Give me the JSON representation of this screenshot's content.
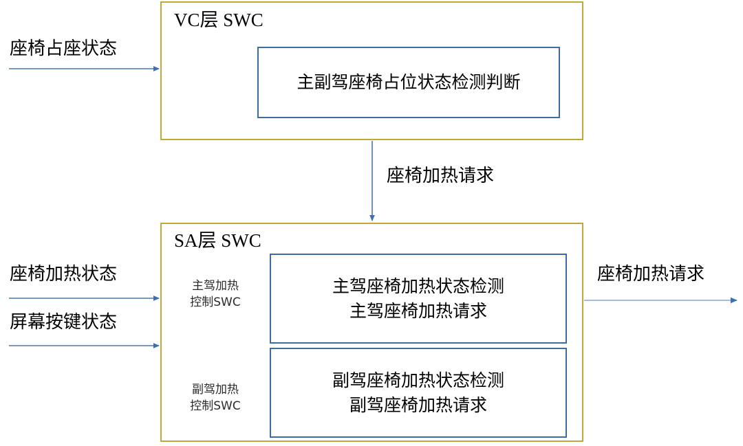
{
  "diagram": {
    "title_vc": "VC层 SWC",
    "title_sa": "SA层 SWC",
    "colors": {
      "layer_border": "#BFA83A",
      "function_border": "#3F6A9E",
      "arrow": "#4A77A8",
      "background": "#FFFFFF",
      "text": "#000000"
    },
    "layers": [
      {
        "id": "vc",
        "name": "VC层 SWC",
        "functions": [
          {
            "id": "vc-detect",
            "lines": [
              "主副驾座椅占位状态检测判断"
            ]
          }
        ]
      },
      {
        "id": "sa",
        "name": "SA层 SWC",
        "components": [
          {
            "id": "driver-heat-swc",
            "label_lines": [
              "主驾加热",
              "控制SWC"
            ],
            "function": {
              "id": "driver-heat",
              "lines": [
                "主驾座椅加热状态检测",
                "主驾座椅加热请求"
              ]
            }
          },
          {
            "id": "passenger-heat-swc",
            "label_lines": [
              "副驾加热",
              "控制SWC"
            ],
            "function": {
              "id": "passenger-heat",
              "lines": [
                "副驾座椅加热状态检测",
                "副驾座椅加热请求"
              ]
            }
          }
        ]
      }
    ],
    "flows": [
      {
        "id": "seat-occupancy",
        "label": "座椅占座状态",
        "direction": "right",
        "target": "vc"
      },
      {
        "id": "seat-heat-status",
        "label": "座椅加热状态",
        "direction": "right",
        "target": "sa"
      },
      {
        "id": "screen-key-status",
        "label": "屏幕按键状态",
        "direction": "right",
        "target": "sa"
      },
      {
        "id": "heat-request-vc-to-sa",
        "label": "座椅加热请求",
        "direction": "down",
        "source": "vc",
        "target": "sa"
      },
      {
        "id": "heat-request-out",
        "label": "座椅加热请求",
        "direction": "right",
        "source": "sa"
      }
    ]
  }
}
